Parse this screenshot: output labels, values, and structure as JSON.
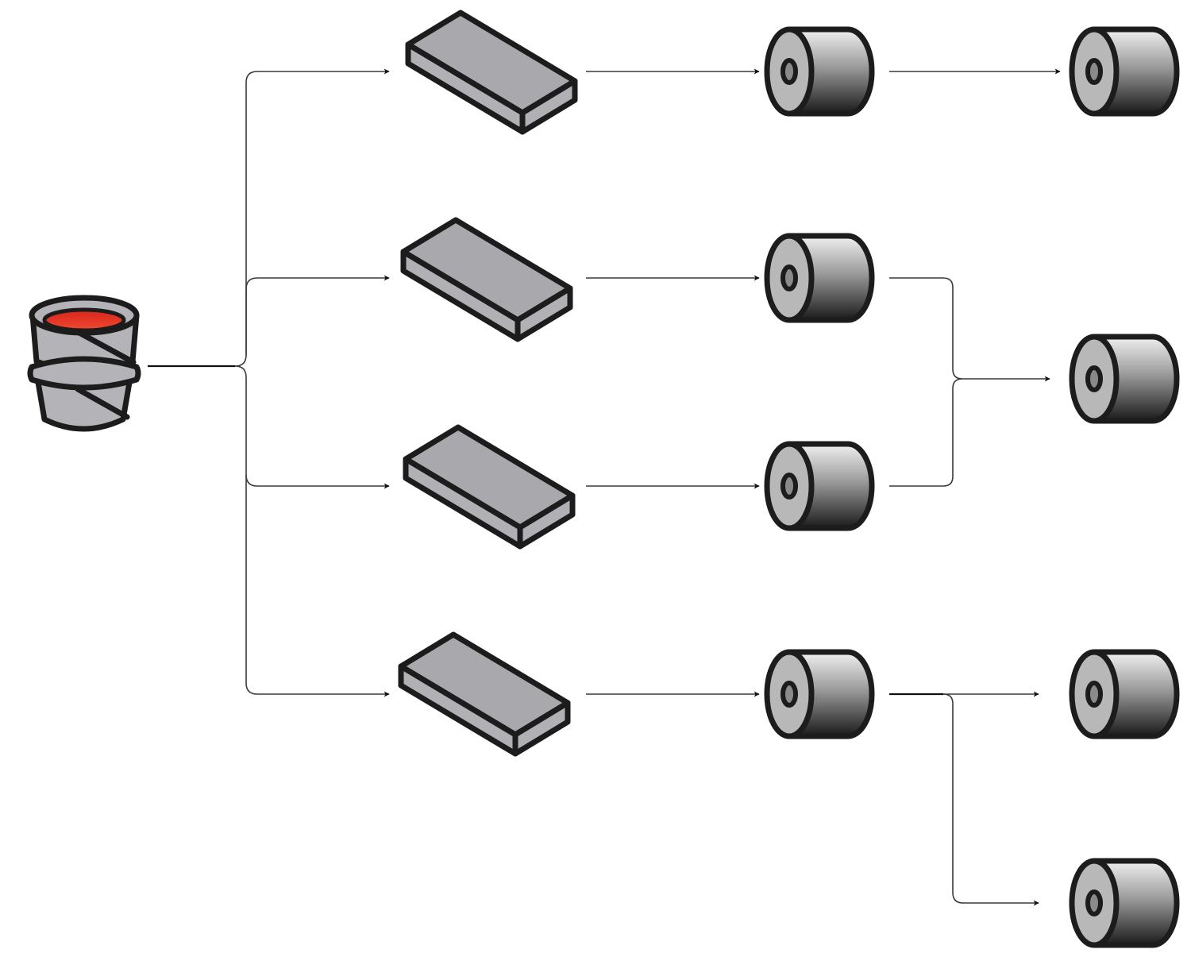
{
  "diagram": {
    "title": "",
    "colors": {
      "background": "#ffffff",
      "outline": "#1c1c1c",
      "connector": "#3a3a3a",
      "bucket_body": "#b4b4b8",
      "bucket_liquid": "#e8362a",
      "slab_face": "#a9a9ad",
      "cylinder_face": "#b8b8b8",
      "cylinder_side_light": "#e6e6e6",
      "cylinder_side_dark": "#1e1e1e"
    },
    "nodes": [
      {
        "id": "source",
        "type": "bucket",
        "icon": "bucket-icon",
        "label": ""
      },
      {
        "id": "slab-1",
        "type": "slab",
        "icon": "slab-icon",
        "label": ""
      },
      {
        "id": "slab-2",
        "type": "slab",
        "icon": "slab-icon",
        "label": ""
      },
      {
        "id": "slab-3",
        "type": "slab",
        "icon": "slab-icon",
        "label": ""
      },
      {
        "id": "slab-4",
        "type": "slab",
        "icon": "slab-icon",
        "label": ""
      },
      {
        "id": "roll-1",
        "type": "cylinder",
        "icon": "cylinder-icon",
        "label": ""
      },
      {
        "id": "roll-2",
        "type": "cylinder",
        "icon": "cylinder-icon",
        "label": ""
      },
      {
        "id": "roll-3",
        "type": "cylinder",
        "icon": "cylinder-icon",
        "label": ""
      },
      {
        "id": "roll-4",
        "type": "cylinder",
        "icon": "cylinder-icon",
        "label": ""
      },
      {
        "id": "out-1",
        "type": "cylinder",
        "icon": "cylinder-icon",
        "label": ""
      },
      {
        "id": "out-2",
        "type": "cylinder",
        "icon": "cylinder-icon",
        "label": ""
      },
      {
        "id": "out-3",
        "type": "cylinder",
        "icon": "cylinder-icon",
        "label": ""
      },
      {
        "id": "out-4",
        "type": "cylinder",
        "icon": "cylinder-icon",
        "label": ""
      }
    ],
    "edges": [
      {
        "from": "source",
        "to": "slab-1"
      },
      {
        "from": "source",
        "to": "slab-2"
      },
      {
        "from": "source",
        "to": "slab-3"
      },
      {
        "from": "source",
        "to": "slab-4"
      },
      {
        "from": "slab-1",
        "to": "roll-1"
      },
      {
        "from": "slab-2",
        "to": "roll-2"
      },
      {
        "from": "slab-3",
        "to": "roll-3"
      },
      {
        "from": "slab-4",
        "to": "roll-4"
      },
      {
        "from": "roll-1",
        "to": "out-1"
      },
      {
        "from": "roll-2",
        "to": "out-2"
      },
      {
        "from": "roll-3",
        "to": "out-2"
      },
      {
        "from": "roll-4",
        "to": "out-3"
      },
      {
        "from": "roll-4",
        "to": "out-4"
      }
    ]
  }
}
